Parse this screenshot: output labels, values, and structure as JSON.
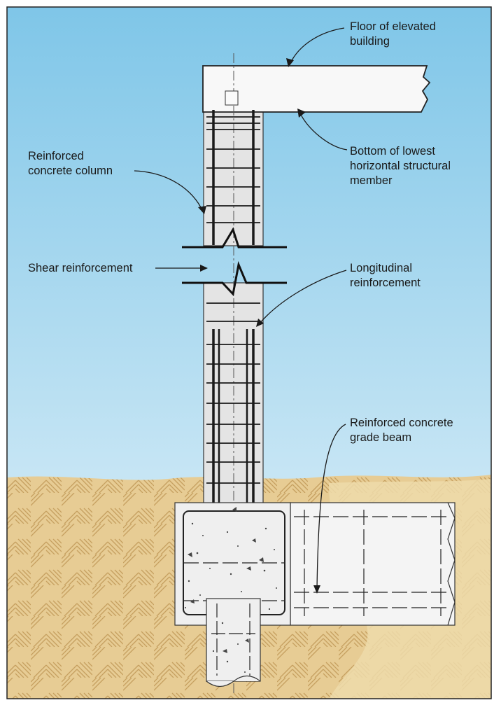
{
  "labels": {
    "floor": [
      "Floor of elevated",
      "building"
    ],
    "bottom_member": [
      "Bottom of lowest",
      "horizontal structural",
      "member"
    ],
    "column": [
      "Reinforced",
      "concrete column"
    ],
    "shear": "Shear reinforcement",
    "longitudinal": [
      "Longitudinal",
      "reinforcement"
    ],
    "grade_beam": [
      "Reinforced concrete",
      "grade beam"
    ]
  },
  "colors": {
    "sky_top": "#7fc6e8",
    "sky_bottom": "#e8f4fa",
    "soil": "#e7cc94",
    "soil_hatch": "#c6a060",
    "concrete": "#e4e4e4",
    "beam_fill": "#f4f4f4",
    "rebar": "#1a1a1a"
  }
}
